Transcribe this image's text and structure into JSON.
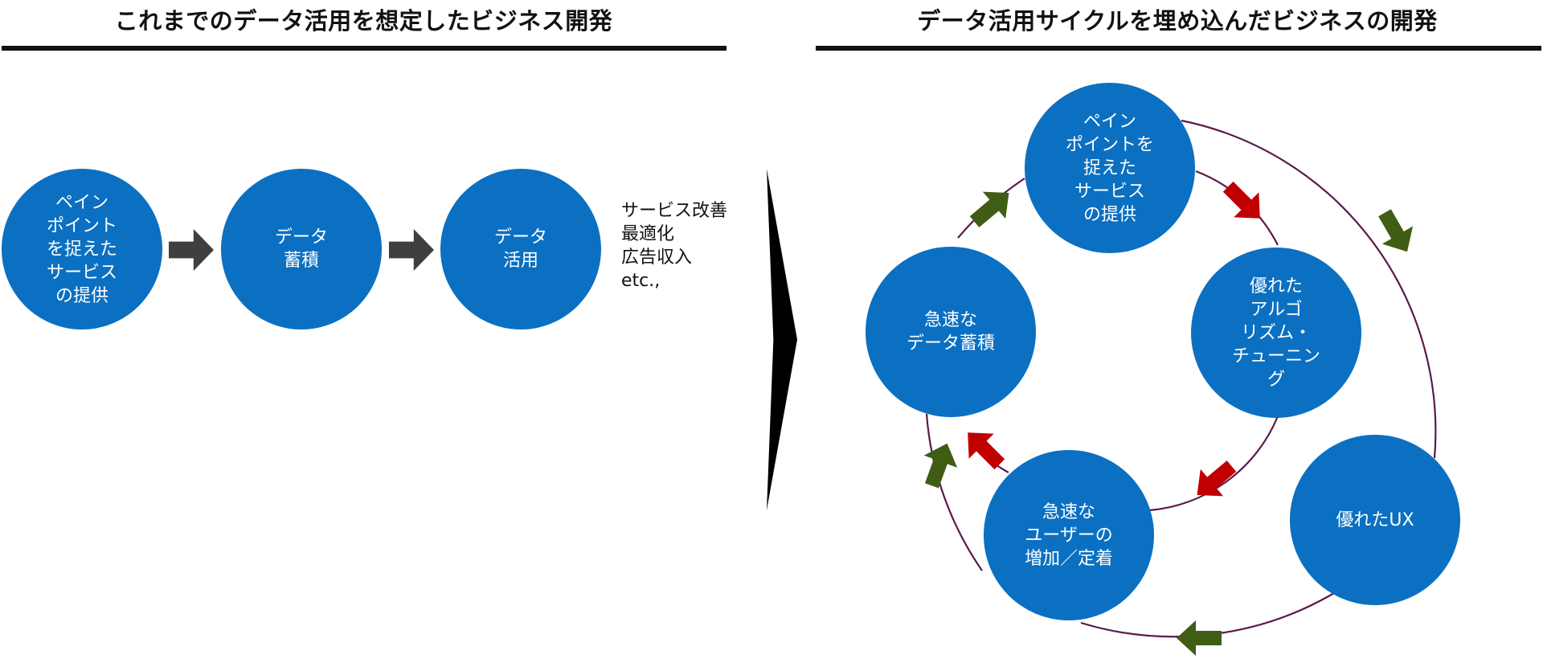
{
  "left_panel": {
    "title": "これまでのデータ活用を想定したビジネス開発",
    "steps": [
      {
        "label": "ペイン\nポイント\nを捉えた\nサービス\nの提供"
      },
      {
        "label": "データ\n蓄積"
      },
      {
        "label": "データ\n活用"
      }
    ],
    "outcomes": "サービス改善\n最適化\n広告収入\netc.,"
  },
  "right_panel": {
    "title": "データ活用サイクルを埋め込んだビジネスの開発",
    "nodes": {
      "service": "ペイン\nポイントを\n捉えた\nサービス\nの提供",
      "algorithm": "優れた\nアルゴ\nリズム・\nチューニン\nグ",
      "ux": "優れたUX",
      "users": "急速な\nユーザーの\n増加／定着",
      "data": "急速な\nデータ蓄積"
    }
  },
  "colors": {
    "circle": "#0b70c2",
    "step_arrow": "#3f3f3f",
    "inner_cycle_arrow": "#c00000",
    "outer_cycle_arrow": "#3f5d13",
    "cycle_line": "#5a1a4a"
  },
  "icons": {
    "step_arrow": "right-block-arrow",
    "divider": "chevron-right"
  }
}
